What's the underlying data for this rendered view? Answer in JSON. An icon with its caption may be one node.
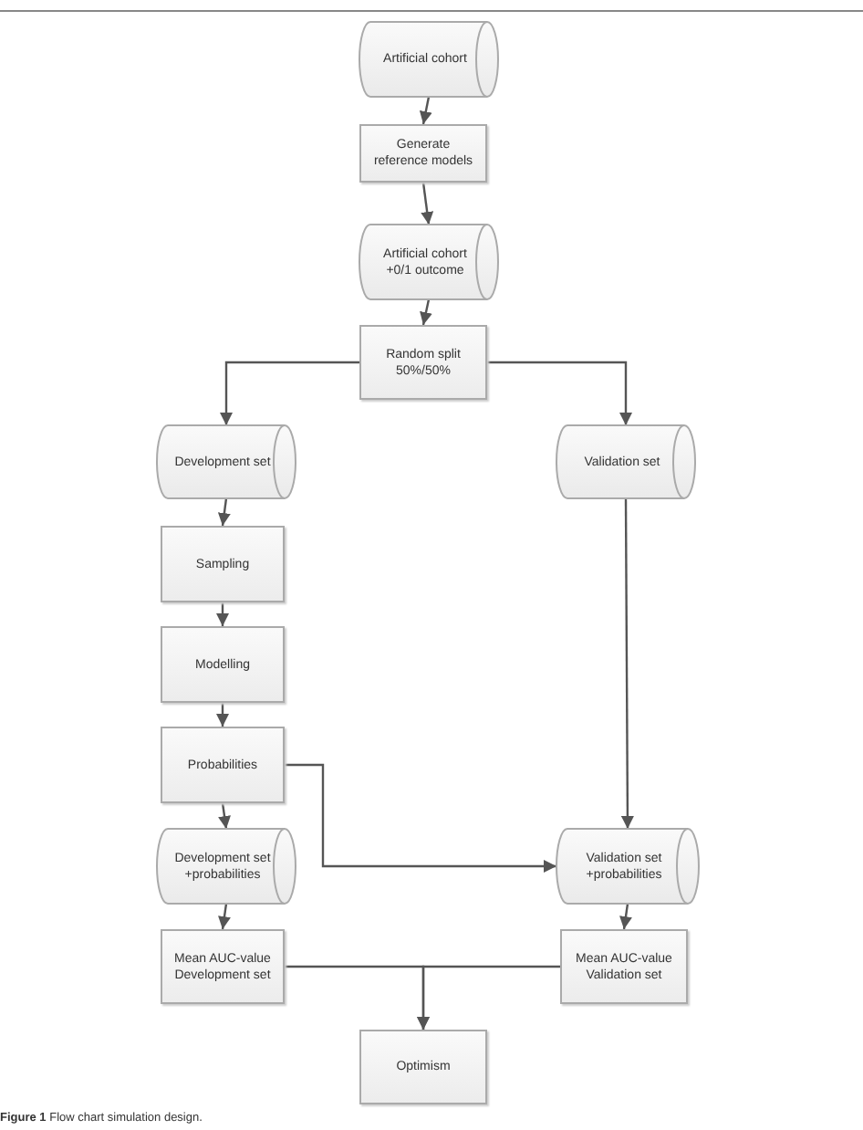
{
  "diagram": {
    "caption": "**Figure 1** Flow chart simulation design.",
    "nodes": [
      {
        "text": [
          "Artificial cohort"
        ]
      },
      {
        "text": [
          "Generate reference models"
        ]
      },
      {
        "text": [
          "Artificial cohort +0/1 outcome"
        ]
      },
      {
        "text": [
          "Random split 50%/50%"
        ]
      },
      {
        "text": [
          "Development set"
        ]
      },
      {
        "text": [
          "Validation set"
        ]
      },
      {
        "text": [
          "Sampling"
        ]
      },
      {
        "text": [
          "Modelling"
        ]
      },
      {
        "text": [
          "Probabilities"
        ]
      },
      {
        "text": [
          "Development set +probabilities"
        ]
      },
      {
        "text": [
          "Validation set +probabilities"
        ]
      },
      {
        "text": [
          "Mean AUC-value Development set"
        ]
      },
      {
        "text": [
          "Mean AUC-value Validation set"
        ]
      },
      {
        "text": [
          "Optimism"
        ]
      }
    ],
    "edges": [
      {
        "from": 0,
        "to": 1,
        "arrow": "to"
      },
      {
        "from": 1,
        "to": 2,
        "arrow": "to"
      },
      {
        "from": 2,
        "to": 3,
        "arrow": "to"
      },
      {
        "from": 3,
        "to": 4,
        "arrow": "to"
      },
      {
        "from": 3,
        "to": 5,
        "arrow": "to"
      },
      {
        "from": 4,
        "to": 6,
        "arrow": "to"
      },
      {
        "from": 6,
        "to": 7,
        "arrow": "to"
      },
      {
        "from": 7,
        "to": 8,
        "arrow": "to"
      },
      {
        "from": 8,
        "to": 9,
        "arrow": "to"
      },
      {
        "from": 8,
        "to": 10,
        "arrow": "to"
      },
      {
        "from": 5,
        "to": 10,
        "arrow": "to"
      },
      {
        "from": 9,
        "to": 11,
        "arrow": "to"
      },
      {
        "from": 10,
        "to": 12,
        "arrow": "to"
      },
      {
        "from": 11,
        "to": 13,
        "arrow": "to"
      },
      {
        "from": 12,
        "to": 13,
        "arrow": "to"
      }
    ]
  }
}
